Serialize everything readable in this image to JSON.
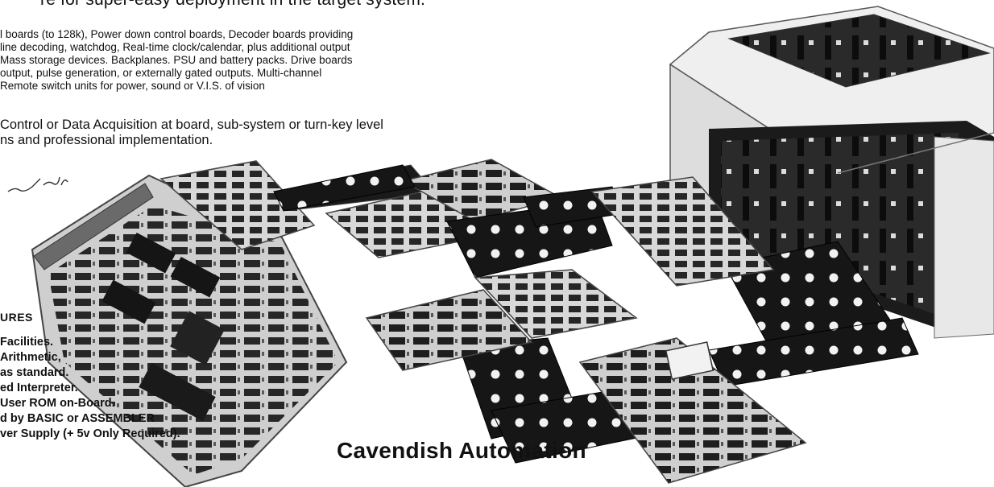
{
  "text": {
    "headline": "re for super-easy deployment in the target system.",
    "intro_lines": [
      "l boards (to 128k), Power down control boards, Decoder boards providing",
      "line decoding, watchdog, Real-time clock/calendar, plus additional output",
      "Mass storage devices. Backplanes. PSU and battery packs. Drive boards",
      "output, pulse generation, or externally gated outputs. Multi-channel",
      "Remote switch units for power, sound or V.I.S. of vision"
    ],
    "services_lines": [
      "Control or Data Acquisition at board, sub-system or turn-key level",
      "ns and professional implementation."
    ],
    "features_title": "URES",
    "features": [
      "Facilities.",
      "Arithmetic,",
      "as standard.",
      "ed Interpreter.",
      "User ROM on-Board.",
      "d by BASIC or ASSEMBLER",
      "ver Supply (+ 5v Only Required)."
    ],
    "brand": "Cavendish Automation"
  }
}
